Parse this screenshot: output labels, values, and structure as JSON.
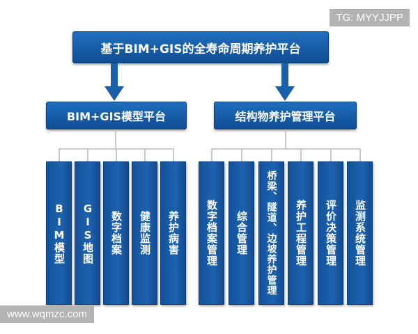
{
  "root": {
    "title": "基于BIM+GIS的全寿命周期养护平台"
  },
  "platforms": [
    {
      "title": "BIM+GIS模型平台"
    },
    {
      "title": "结构物养护管理平台"
    }
  ],
  "left_modules": [
    "BIM模型",
    "GIS地图",
    "数字档案",
    "健康监测",
    "养护病害"
  ],
  "right_modules": [
    "数字档案管理",
    "综合管理",
    "桥梁、隧道、边坡养护管理",
    "养护工程管理",
    "评价决策管理",
    "监测系统管理"
  ],
  "watermarks": {
    "top_right": "TG: MYYJJPP",
    "bottom_left": "www.wqmzc.com"
  },
  "colors": {
    "box_blue": "#1a5fa8",
    "connector_gray": "#c9c9c9",
    "tag_gray": "#b3b3b3"
  }
}
